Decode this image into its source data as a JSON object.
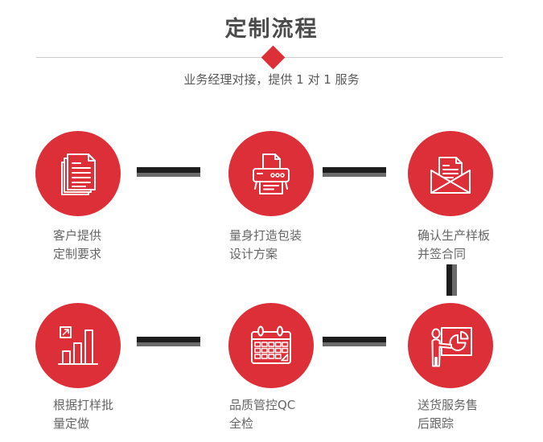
{
  "header": {
    "title": "定制流程",
    "subtitle": "业务经理对接，提供 1 对 1 服务"
  },
  "theme": {
    "accent_red": "#dd2f38",
    "title_color": "#4b4b4b",
    "subtitle_color": "#595959",
    "label_color": "#666666",
    "divider_color": "#cccccc",
    "connector_dark": "#1d1d1d",
    "connector_gray": "#6a6a6a",
    "icon_stroke": "#ffffff",
    "background": "#ffffff"
  },
  "steps": [
    {
      "icon": "stacked-documents-icon",
      "label_line1": "客户提供",
      "label_line2": "定制要求"
    },
    {
      "icon": "printer-icon",
      "label_line1": "量身打造包装",
      "label_line2": "设计方案"
    },
    {
      "icon": "envelope-letter-icon",
      "label_line1": "确认生产样板",
      "label_line2": "并签合同"
    },
    {
      "icon": "bar-chart-growth-icon",
      "label_line1": "根据打样批",
      "label_line2": "量定做"
    },
    {
      "icon": "calendar-icon",
      "label_line1": "品质管控QC",
      "label_line2": "全检"
    },
    {
      "icon": "presentation-board-icon",
      "label_line1": "送货服务售",
      "label_line2": "后跟踪"
    }
  ]
}
